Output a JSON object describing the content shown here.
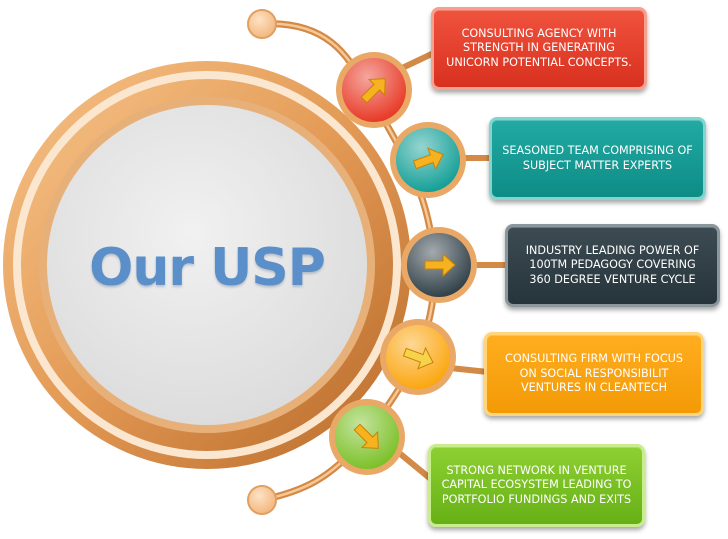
{
  "center": {
    "title": "Our USP"
  },
  "nodes": [
    {
      "color": "#e83b28",
      "text": "CONSULTING AGENCY WITH STRENGTH IN GENERATING UNICORN POTENTIAL CONCEPTS.",
      "icon": "arrow-up-right-icon"
    },
    {
      "color": "#16a098",
      "text": "SEASONED TEAM COMPRISING OF SUBJECT MATTER EXPERTS",
      "icon": "arrow-right-icon"
    },
    {
      "color": "#33424a",
      "text": "INDUSTRY LEADING POWER OF 100TM PEDAGOGY COVERING 360 DEGREE VENTURE CYCLE",
      "icon": "arrow-right-icon"
    },
    {
      "color": "#fba712",
      "text": "CONSULTING FIRM WITH FOCUS ON SOCIAL RESPONSIBILIT VENTURES IN CLEANTECH",
      "icon": "arrow-down-right-icon"
    },
    {
      "color": "#7dc12a",
      "text": "STRONG NETWORK IN VENTURE CAPITAL ECOSYSTEM LEADING TO PORTFOLIO FUNDINGS AND EXITS",
      "icon": "arrow-down-right-icon"
    }
  ]
}
